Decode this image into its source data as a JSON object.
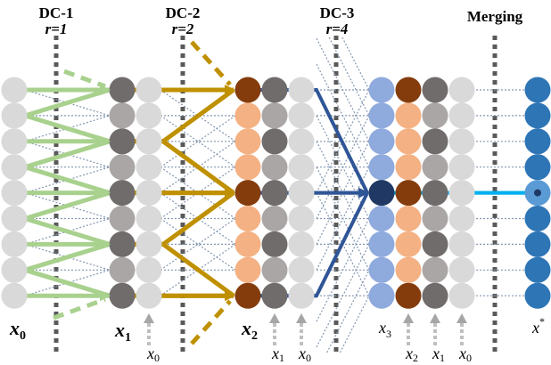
{
  "stages": [
    {
      "title": "DC-1",
      "rate": "r=1"
    },
    {
      "title": "DC-2",
      "rate": "r=2"
    },
    {
      "title": "DC-3",
      "rate": "r=4"
    },
    {
      "title": "Merging",
      "rate": ""
    }
  ],
  "column_labels": [
    {
      "base": "x",
      "sub": "0",
      "sup": ""
    },
    {
      "base": "x",
      "sub": "1",
      "sup": ""
    },
    {
      "base": "x",
      "sub": "2",
      "sup": ""
    },
    {
      "base": "x",
      "sub": "3",
      "sup": ""
    },
    {
      "base": "x",
      "sub": "",
      "sup": "*"
    }
  ],
  "skip_labels": [
    {
      "base": "x",
      "sub": "0"
    },
    {
      "base": "x",
      "sub": "1"
    },
    {
      "base": "x",
      "sub": "0"
    },
    {
      "base": "x",
      "sub": "2"
    },
    {
      "base": "x",
      "sub": "1"
    },
    {
      "base": "x",
      "sub": "0"
    }
  ],
  "colors": {
    "light_gray": "#d9d9d9",
    "dark_gray": "#716c6c",
    "mid_gray": "#aaa6a6",
    "brown": "#843c0c",
    "orange": "#f4b183",
    "light_blue": "#8faadc",
    "navy": "#1f3864",
    "blue": "#2e75b6",
    "green": "#a9d18e",
    "gold": "#bf9000",
    "dark_blue_line": "#2f5597",
    "cyan_line": "#00b0f0",
    "dotted": "#8497b0",
    "divider": "#595959"
  }
}
